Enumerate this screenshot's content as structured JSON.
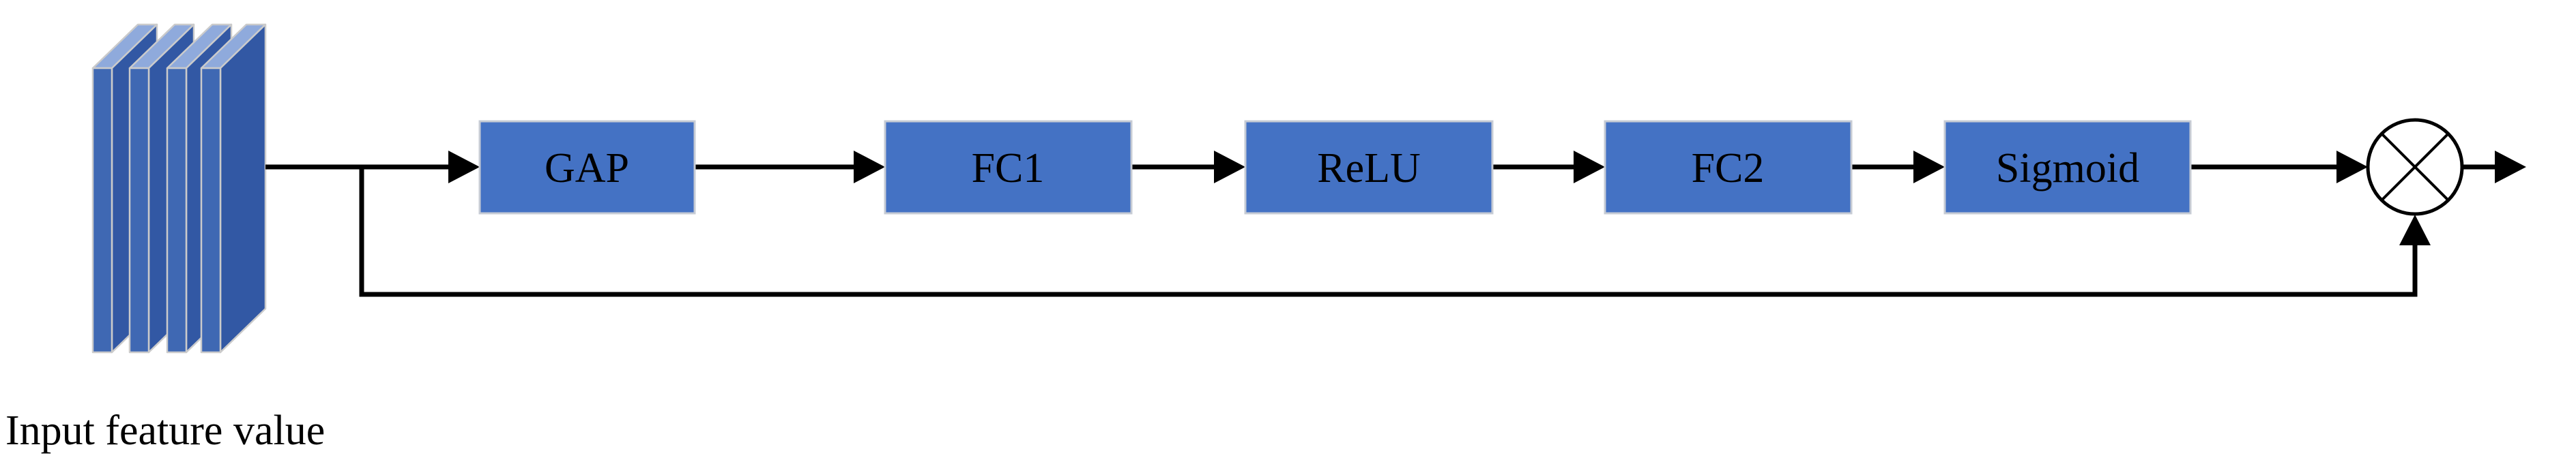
{
  "diagram": {
    "input_label": "Input feature value",
    "nodes": [
      {
        "id": "gap",
        "label": "GAP"
      },
      {
        "id": "fc1",
        "label": "FC1"
      },
      {
        "id": "relu",
        "label": "ReLU"
      },
      {
        "id": "fc2",
        "label": "FC2"
      },
      {
        "id": "sigmoid",
        "label": "Sigmoid"
      }
    ],
    "operator": {
      "symbol": "⊗",
      "name": "element-wise-multiply"
    },
    "edges": [
      {
        "from": "input-feature-maps",
        "to": "gap"
      },
      {
        "from": "gap",
        "to": "fc1"
      },
      {
        "from": "fc1",
        "to": "relu"
      },
      {
        "from": "relu",
        "to": "fc2"
      },
      {
        "from": "fc2",
        "to": "sigmoid"
      },
      {
        "from": "sigmoid",
        "to": "element-wise-multiply"
      },
      {
        "from": "element-wise-multiply",
        "to": "output"
      },
      {
        "from": "input-feature-maps",
        "to": "element-wise-multiply",
        "type": "skip-connection"
      }
    ],
    "colors": {
      "box_fill": "#4472C4",
      "box_border": "#C6CBD4",
      "slab_front": "#3F68B3",
      "slab_side": "#3258A4",
      "slab_top": "#8FAADC",
      "slab_edge": "#CBCBCB",
      "connector": "#000000",
      "label_text": "#000000",
      "operator_fill": "#FFFFFF",
      "operator_stroke": "#000000",
      "background": "#FFFFFF"
    }
  }
}
